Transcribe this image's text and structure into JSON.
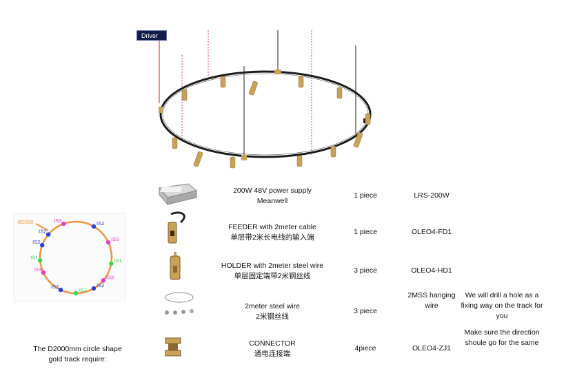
{
  "driver_label": "Driver",
  "ring_diagram": {
    "size_label": "Ø2000",
    "labels": [
      "IS3",
      "IS2",
      "IS3",
      "IS2",
      "IS1",
      "IS1",
      "IS3",
      "IS2",
      "IS2",
      "IS1",
      "IS3",
      "IS2"
    ]
  },
  "requirement_note": "The D2000mm circle shape gold track require:",
  "parts": [
    {
      "name_en": "200W 48V power supply",
      "name_cn": "Meanwell",
      "qty": "1 piece",
      "code": "LRS-200W",
      "note": ""
    },
    {
      "name_en": "FEEDER with 2meter cable",
      "name_cn": "单层带2米长电线的输入端",
      "qty": "1 piece",
      "code": "OLEO4-FD1",
      "note": ""
    },
    {
      "name_en": "HOLDER with 2meter steel wire",
      "name_cn": "单层固定端带2米钢丝线",
      "qty": "3 piece",
      "code": "OLEO4-HD1",
      "note": ""
    },
    {
      "name_en": "2meter steel wire",
      "name_cn": "2米钢丝线",
      "qty": "3 piece",
      "code": "2MSS hanging wire",
      "note": "We will drill a hole as a fixing way on the track for you"
    },
    {
      "name_en": "CONNECTOR",
      "name_cn": "通电连接端",
      "qty": "4piece",
      "code": "OLEO4-ZJ1",
      "note": "Make sure the direction shoule go for the same"
    }
  ],
  "colors": {
    "track": "#1a1a1a",
    "gold": "#c9a25a",
    "orange": "#f0943a",
    "blue": "#2a3fd6",
    "magenta": "#e53ad0",
    "green": "#3ad64a",
    "driver_bg": "#111c4a"
  }
}
